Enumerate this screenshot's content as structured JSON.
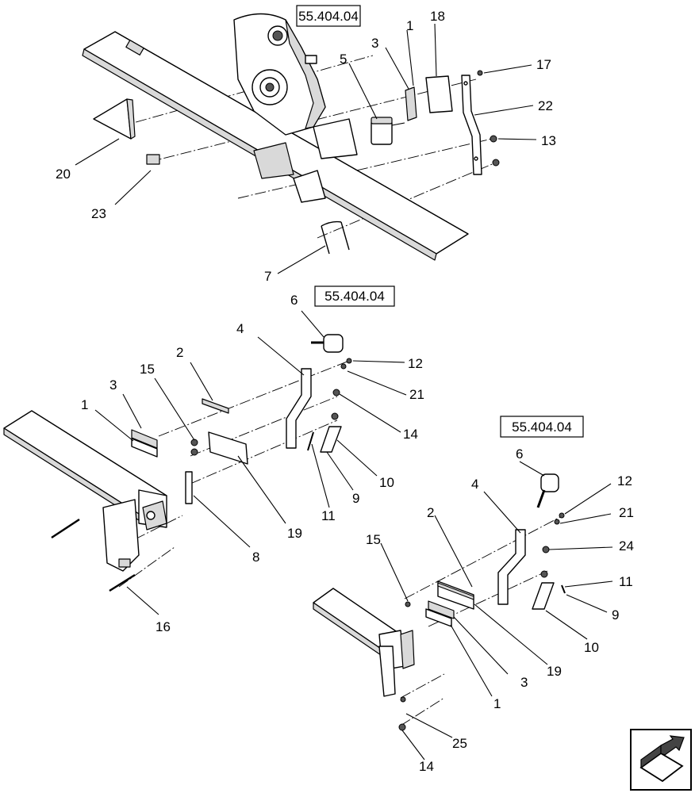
{
  "reference_boxes": [
    "55.404.04",
    "55.404.04",
    "55.404.04"
  ],
  "callouts": {
    "top": [
      "1",
      "3",
      "18",
      "5",
      "17",
      "22",
      "13",
      "20",
      "23",
      "7"
    ],
    "middle": [
      "6",
      "4",
      "12",
      "21",
      "14",
      "2",
      "15",
      "3",
      "1",
      "10",
      "9",
      "11",
      "19",
      "8",
      "16"
    ],
    "lower": [
      "6",
      "12",
      "4",
      "21",
      "2",
      "24",
      "15",
      "11",
      "9",
      "10",
      "19",
      "3",
      "1",
      "25",
      "14"
    ]
  },
  "nav": {
    "icon": "next-page-arrow-icon"
  }
}
